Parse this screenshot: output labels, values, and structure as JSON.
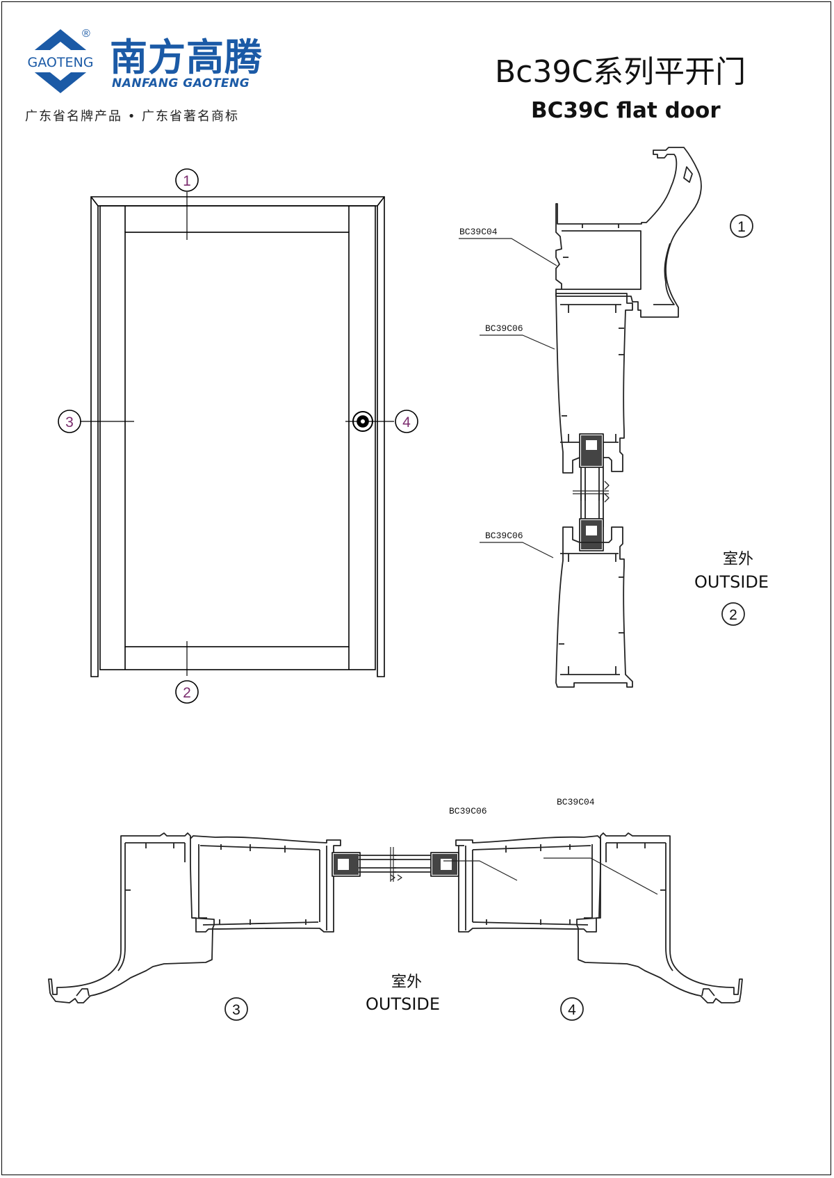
{
  "logo": {
    "mark_text": "GAOTENG",
    "registered": "®",
    "brand_cn": "南方高腾",
    "brand_en": "NANFANG GAOTENG",
    "slogan": "广东省名牌产品 • 广东省著名商标",
    "color": "#1b5aa6"
  },
  "title": {
    "cn": "Bc39C系列平开门",
    "en": "BC39C flat door"
  },
  "door_elevation": {
    "markers": [
      "1",
      "2",
      "3",
      "4"
    ],
    "marker_color": "#7b2c6e"
  },
  "vertical_section": {
    "labels": [
      "BC39C04",
      "BC39C06",
      "BC39C06"
    ],
    "marker_top": "1",
    "marker_bottom": "2",
    "outside_cn": "室外",
    "outside_en": "OUTSIDE"
  },
  "horizontal_section": {
    "labels": [
      "BC39C06",
      "BC39C04"
    ],
    "marker_left": "3",
    "marker_right": "4",
    "outside_cn": "室外",
    "outside_en": "OUTSIDE"
  }
}
